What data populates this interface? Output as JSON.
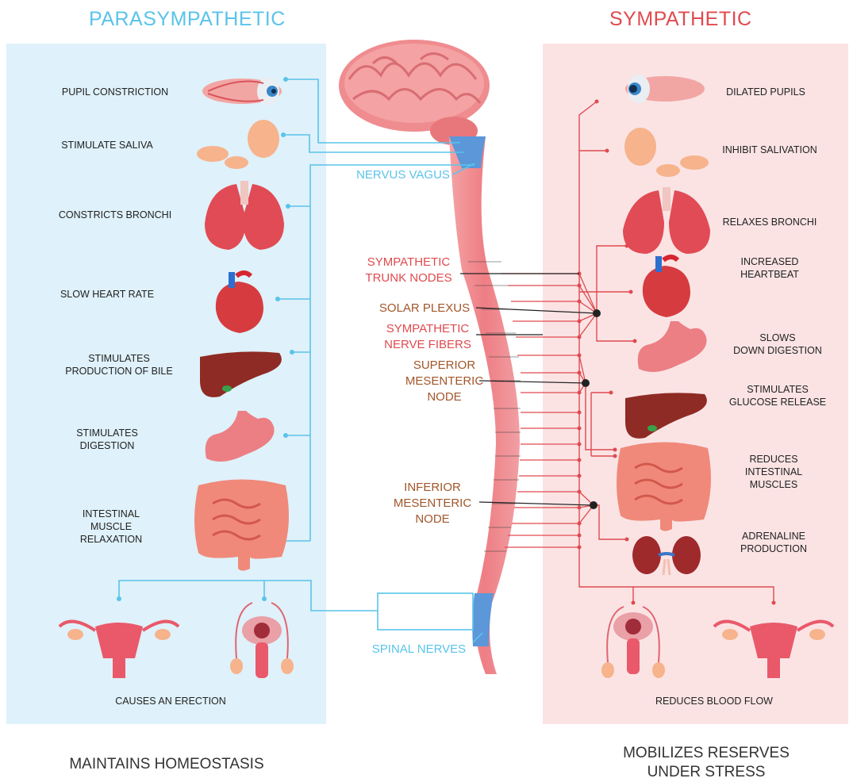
{
  "titles": {
    "left": "PARASYMPATHETIC",
    "right": "SYMPATHETIC"
  },
  "colors": {
    "parasympathetic": "#5ac3ea",
    "sympathetic": "#e04a4f",
    "left_panel": "#dff1fa",
    "right_panel": "#fbe3e4",
    "node_label": "#a1562a",
    "spine": "#ef8d91",
    "spine_blue": "#5b97d9"
  },
  "parasympathetic_effects": [
    {
      "label": "PUPIL CONSTRICTION",
      "icon": "eye-icon"
    },
    {
      "label": "STIMULATE SALIVA",
      "icon": "salivary-gland-icon"
    },
    {
      "label": "CONSTRICTS BRONCHI",
      "icon": "lungs-icon"
    },
    {
      "label": "SLOW HEART RATE",
      "icon": "heart-icon"
    },
    {
      "label": "STIMULATES\nPRODUCTION OF BILE",
      "icon": "liver-icon"
    },
    {
      "label": "STIMULATES\nDIGESTION",
      "icon": "stomach-icon"
    },
    {
      "label": "INTESTINAL\nMUSCLE\nRELAXATION",
      "icon": "intestines-icon"
    }
  ],
  "parasympathetic_bottom": "CAUSES AN ERECTION",
  "sympathetic_effects": [
    {
      "label": "DILATED PUPILS",
      "icon": "eye-icon"
    },
    {
      "label": "INHIBIT SALIVATION",
      "icon": "salivary-gland-icon"
    },
    {
      "label": "RELAXES BRONCHI",
      "icon": "lungs-icon"
    },
    {
      "label": "INCREASED\nHEARTBEAT",
      "icon": "heart-icon"
    },
    {
      "label": "SLOWS\nDOWN DIGESTION",
      "icon": "stomach-icon"
    },
    {
      "label": "STIMULATES\nGLUCOSE RELEASE",
      "icon": "liver-icon"
    },
    {
      "label": "REDUCES\nINTESTINAL\nMUSCLES",
      "icon": "intestines-icon"
    },
    {
      "label": "ADRENALINE\nPRODUCTION",
      "icon": "kidneys-icon"
    }
  ],
  "sympathetic_bottom": "REDUCES BLOOD FLOW",
  "center_labels": {
    "nervus_vagus": "NERVUS VAGUS",
    "spinal_nerves": "SPINAL NERVES",
    "trunk_nodes": "SYMPATHETIC\nTRUNK NODES",
    "solar_plexus": "SOLAR PLEXUS",
    "nerve_fibers": "SYMPATHETIC\nNERVE FIBERS",
    "superior_node": "SUPERIOR\nMESENTERIC\nNODE",
    "inferior_node": "INFERIOR\nMESENTERIC\nNODE"
  },
  "footers": {
    "left": "MAINTAINS HOMEOSTASIS",
    "right": "MOBILIZES RESERVES\nUNDER STRESS"
  }
}
